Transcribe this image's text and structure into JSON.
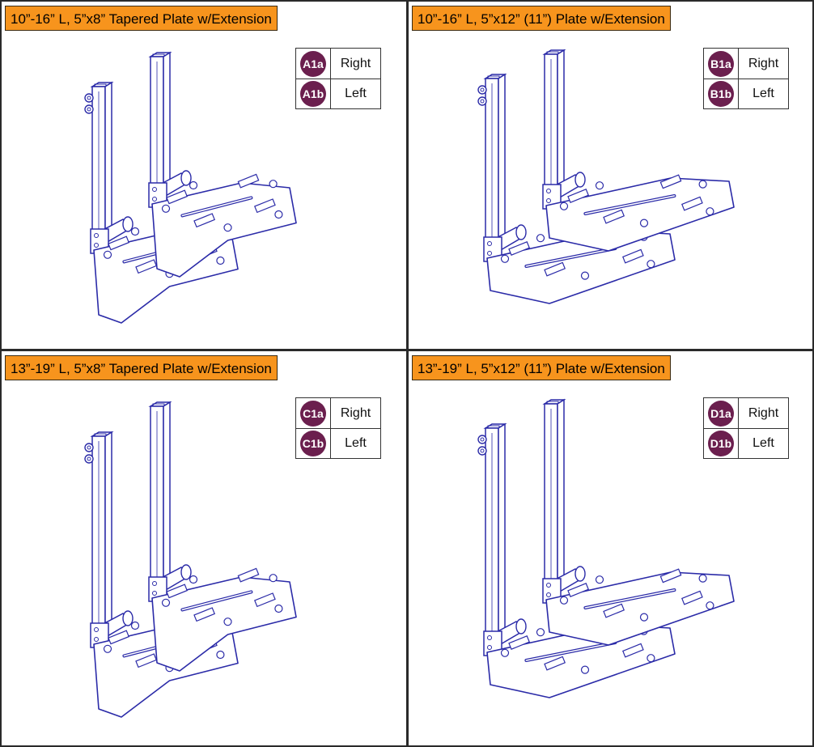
{
  "colors": {
    "title_bg": "#f7941d",
    "badge_bg": "#6b1f4e",
    "line_art": "#2b2ba8"
  },
  "panels": [
    {
      "title": "10”-16” L, 5”x8” Tapered Plate w/Extension",
      "variant": "tapered",
      "legend": [
        {
          "code": "A1a",
          "side": "Right"
        },
        {
          "code": "A1b",
          "side": "Left"
        }
      ]
    },
    {
      "title": "10”-16” L, 5”x12” (11”) Plate w/Extension",
      "variant": "wide",
      "legend": [
        {
          "code": "B1a",
          "side": "Right"
        },
        {
          "code": "B1b",
          "side": "Left"
        }
      ]
    },
    {
      "title": "13”-19” L, 5”x8” Tapered Plate w/Extension",
      "variant": "tapered",
      "legend": [
        {
          "code": "C1a",
          "side": "Right"
        },
        {
          "code": "C1b",
          "side": "Left"
        }
      ]
    },
    {
      "title": "13”-19” L, 5”x12” (11”) Plate w/Extension",
      "variant": "wide",
      "legend": [
        {
          "code": "D1a",
          "side": "Right"
        },
        {
          "code": "D1b",
          "side": "Left"
        }
      ]
    }
  ]
}
